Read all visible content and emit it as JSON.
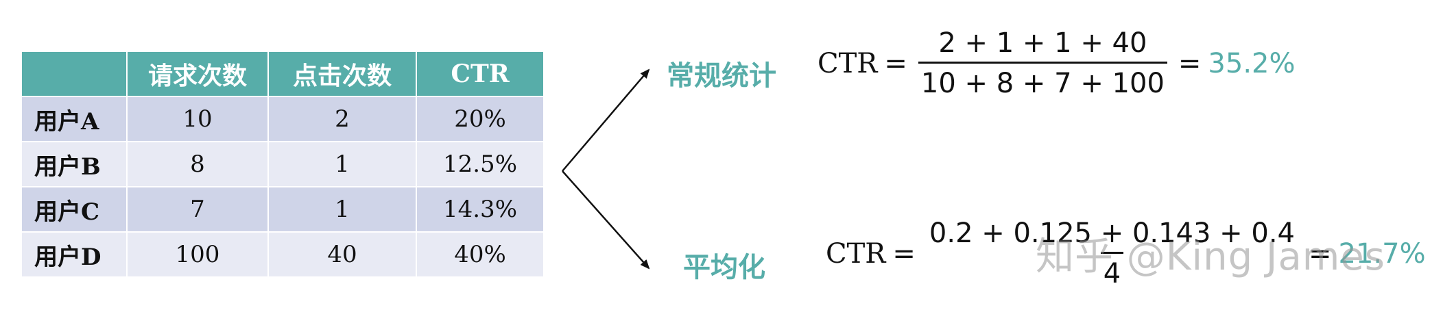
{
  "table": {
    "headers": [
      "",
      "请求次数",
      "点击次数",
      "CTR"
    ],
    "rows": [
      {
        "user": "用户A",
        "requests": "10",
        "clicks": "2",
        "ctr": "20%"
      },
      {
        "user": "用户B",
        "requests": "8",
        "clicks": "1",
        "ctr": "12.5%"
      },
      {
        "user": "用户C",
        "requests": "7",
        "clicks": "1",
        "ctr": "14.3%"
      },
      {
        "user": "用户D",
        "requests": "100",
        "clicks": "40",
        "ctr": "40%"
      }
    ]
  },
  "methods": {
    "regular": {
      "label": "常规统计",
      "lhs": "CTR",
      "equals": "=",
      "numerator": "2 + 1 + 1 + 40",
      "denominator": "10 + 8 + 7 + 100",
      "result_equals": "=",
      "result": "35.2%"
    },
    "averaged": {
      "label": "平均化",
      "lhs": "CTR",
      "equals": "=",
      "numerator": "0.2 + 0.125 + 0.143 + 0.4",
      "denominator": "4",
      "result_equals": "=",
      "result": "21.7%"
    }
  },
  "watermark": "知乎 @King James",
  "colors": {
    "accent": "#57ada9",
    "header_bg": "#57ada9",
    "row_dark": "#cfd4e8",
    "row_light": "#e8eaf4",
    "text": "#111111"
  }
}
